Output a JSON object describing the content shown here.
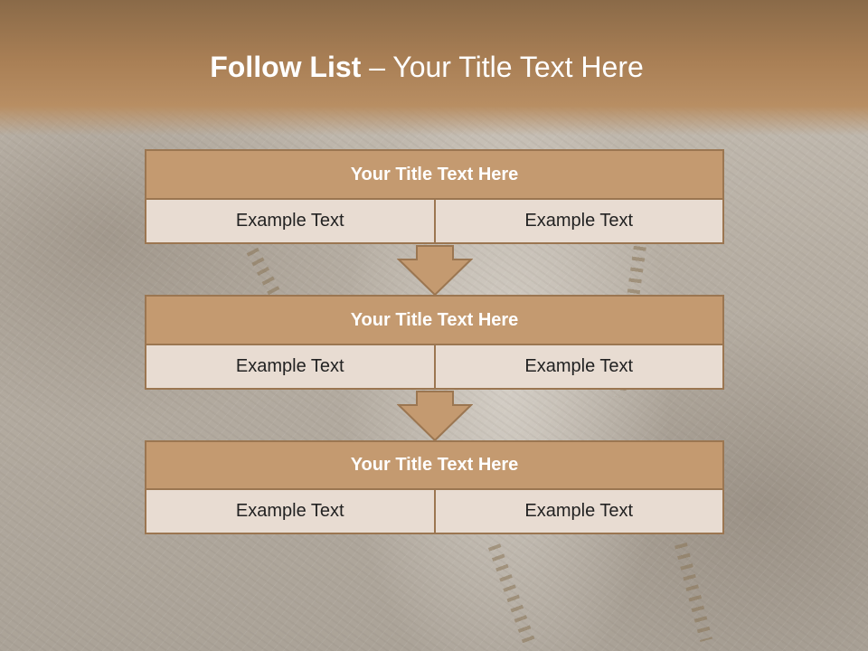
{
  "slide": {
    "title_bold": "Follow List",
    "title_rest": " – Your Title Text Here"
  },
  "blocks": [
    {
      "title": "Your Title Text Here",
      "left": "Example Text",
      "right": "Example Text"
    },
    {
      "title": "Your Title Text Here",
      "left": "Example Text",
      "right": "Example Text"
    },
    {
      "title": "Your Title Text Here",
      "left": "Example Text",
      "right": "Example Text"
    }
  ],
  "colors": {
    "header": "#a97f55",
    "block_title_fill": "#c49a70",
    "block_border": "#9b7651",
    "block_row_fill": "#e8dcd2"
  }
}
